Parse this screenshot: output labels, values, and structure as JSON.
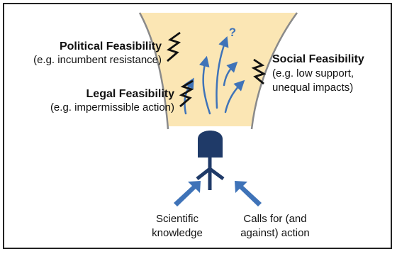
{
  "colors": {
    "funnel_fill": "#fbe6b4",
    "funnel_edge": "#8a8a8a",
    "arrow_blue": "#3f73b8",
    "person_navy": "#1f3a68",
    "barrier_black": "#111111"
  },
  "constraints": {
    "political": {
      "title": "Political Feasibility",
      "example": "(e.g. incumbent resistance)"
    },
    "legal": {
      "title": "Legal Feasibility",
      "example": "(e.g. impermissible action)"
    },
    "social": {
      "title": "Social Feasibility",
      "example_line1": "(e.g. low support,",
      "example_line2": "unequal impacts)"
    }
  },
  "unknown_outcome": "?",
  "inputs": {
    "scientific": {
      "line1": "Scientific",
      "line2": "knowledge"
    },
    "calls": {
      "line1": "Calls for (and",
      "line2": "against) action"
    }
  }
}
